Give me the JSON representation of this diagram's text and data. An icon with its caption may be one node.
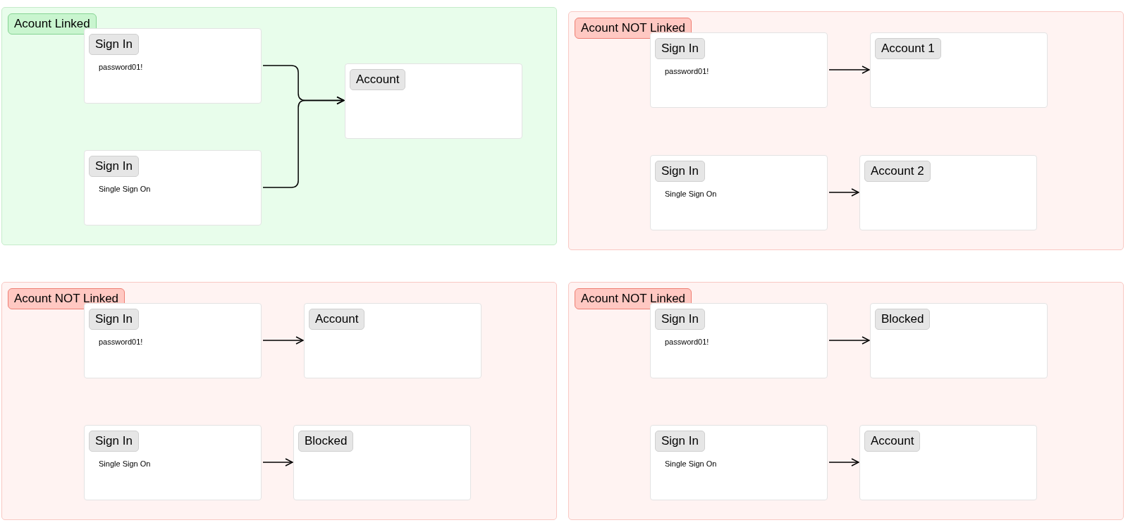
{
  "diagram": {
    "nodes": [
      {
        "text": [
          "Acount Linked"
        ]
      },
      {
        "text": [
          "Sign In",
          "password01!"
        ],
        "in": 0
      },
      {
        "text": [
          "Sign In",
          "Single Sign On"
        ],
        "in": 0
      },
      {
        "text": [
          "Account"
        ],
        "in": 0
      },
      {
        "text": [
          "Acount NOT Linked"
        ]
      },
      {
        "text": [
          "Sign In",
          "password01!"
        ],
        "in": 4
      },
      {
        "text": [
          "Account 1"
        ],
        "in": 4
      },
      {
        "text": [
          "Sign In",
          "Single Sign On"
        ],
        "in": 4
      },
      {
        "text": [
          "Account 2"
        ],
        "in": 4
      },
      {
        "text": [
          "Acount NOT Linked"
        ]
      },
      {
        "text": [
          "Sign In",
          "password01!"
        ],
        "in": 9
      },
      {
        "text": [
          "Account"
        ],
        "in": 9
      },
      {
        "text": [
          "Sign In",
          "Single Sign On"
        ],
        "in": 9
      },
      {
        "text": [
          "Blocked"
        ],
        "in": 9
      },
      {
        "text": [
          "Acount NOT Linked"
        ]
      },
      {
        "text": [
          "Sign In",
          "password01!"
        ],
        "in": 14
      },
      {
        "text": [
          "Blocked"
        ],
        "in": 14
      },
      {
        "text": [
          "Sign In",
          "Single Sign On"
        ],
        "in": 14
      },
      {
        "text": [
          "Account"
        ],
        "in": 14
      }
    ],
    "edges": [
      {
        "from": 1,
        "to": 3,
        "arrow": "to"
      },
      {
        "from": 2,
        "to": 3,
        "arrow": "to"
      },
      {
        "from": 5,
        "to": 6,
        "arrow": "to"
      },
      {
        "from": 7,
        "to": 8,
        "arrow": "to"
      },
      {
        "from": 10,
        "to": 11,
        "arrow": "to"
      },
      {
        "from": 12,
        "to": 13,
        "arrow": "to"
      },
      {
        "from": 15,
        "to": 16,
        "arrow": "to"
      },
      {
        "from": 17,
        "to": 18,
        "arrow": "to"
      }
    ]
  }
}
